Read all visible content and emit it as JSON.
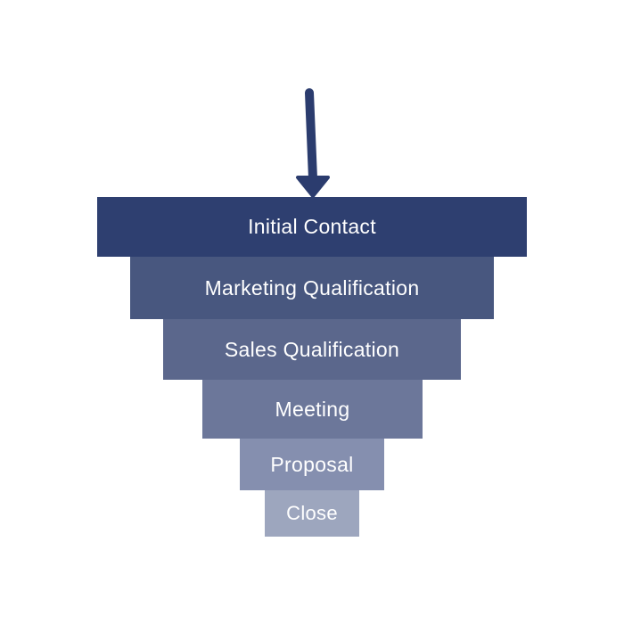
{
  "colors": {
    "arrow": "#2b3c6e"
  },
  "funnel": {
    "stages": [
      {
        "label": "Initial Contact",
        "color": "#2e3f70"
      },
      {
        "label": "Marketing Qualification",
        "color": "#48577f"
      },
      {
        "label": "Sales Qualification",
        "color": "#5b678c"
      },
      {
        "label": "Meeting",
        "color": "#6c779a"
      },
      {
        "label": "Proposal",
        "color": "#858faf"
      },
      {
        "label": "Close",
        "color": "#9da6be"
      }
    ]
  }
}
